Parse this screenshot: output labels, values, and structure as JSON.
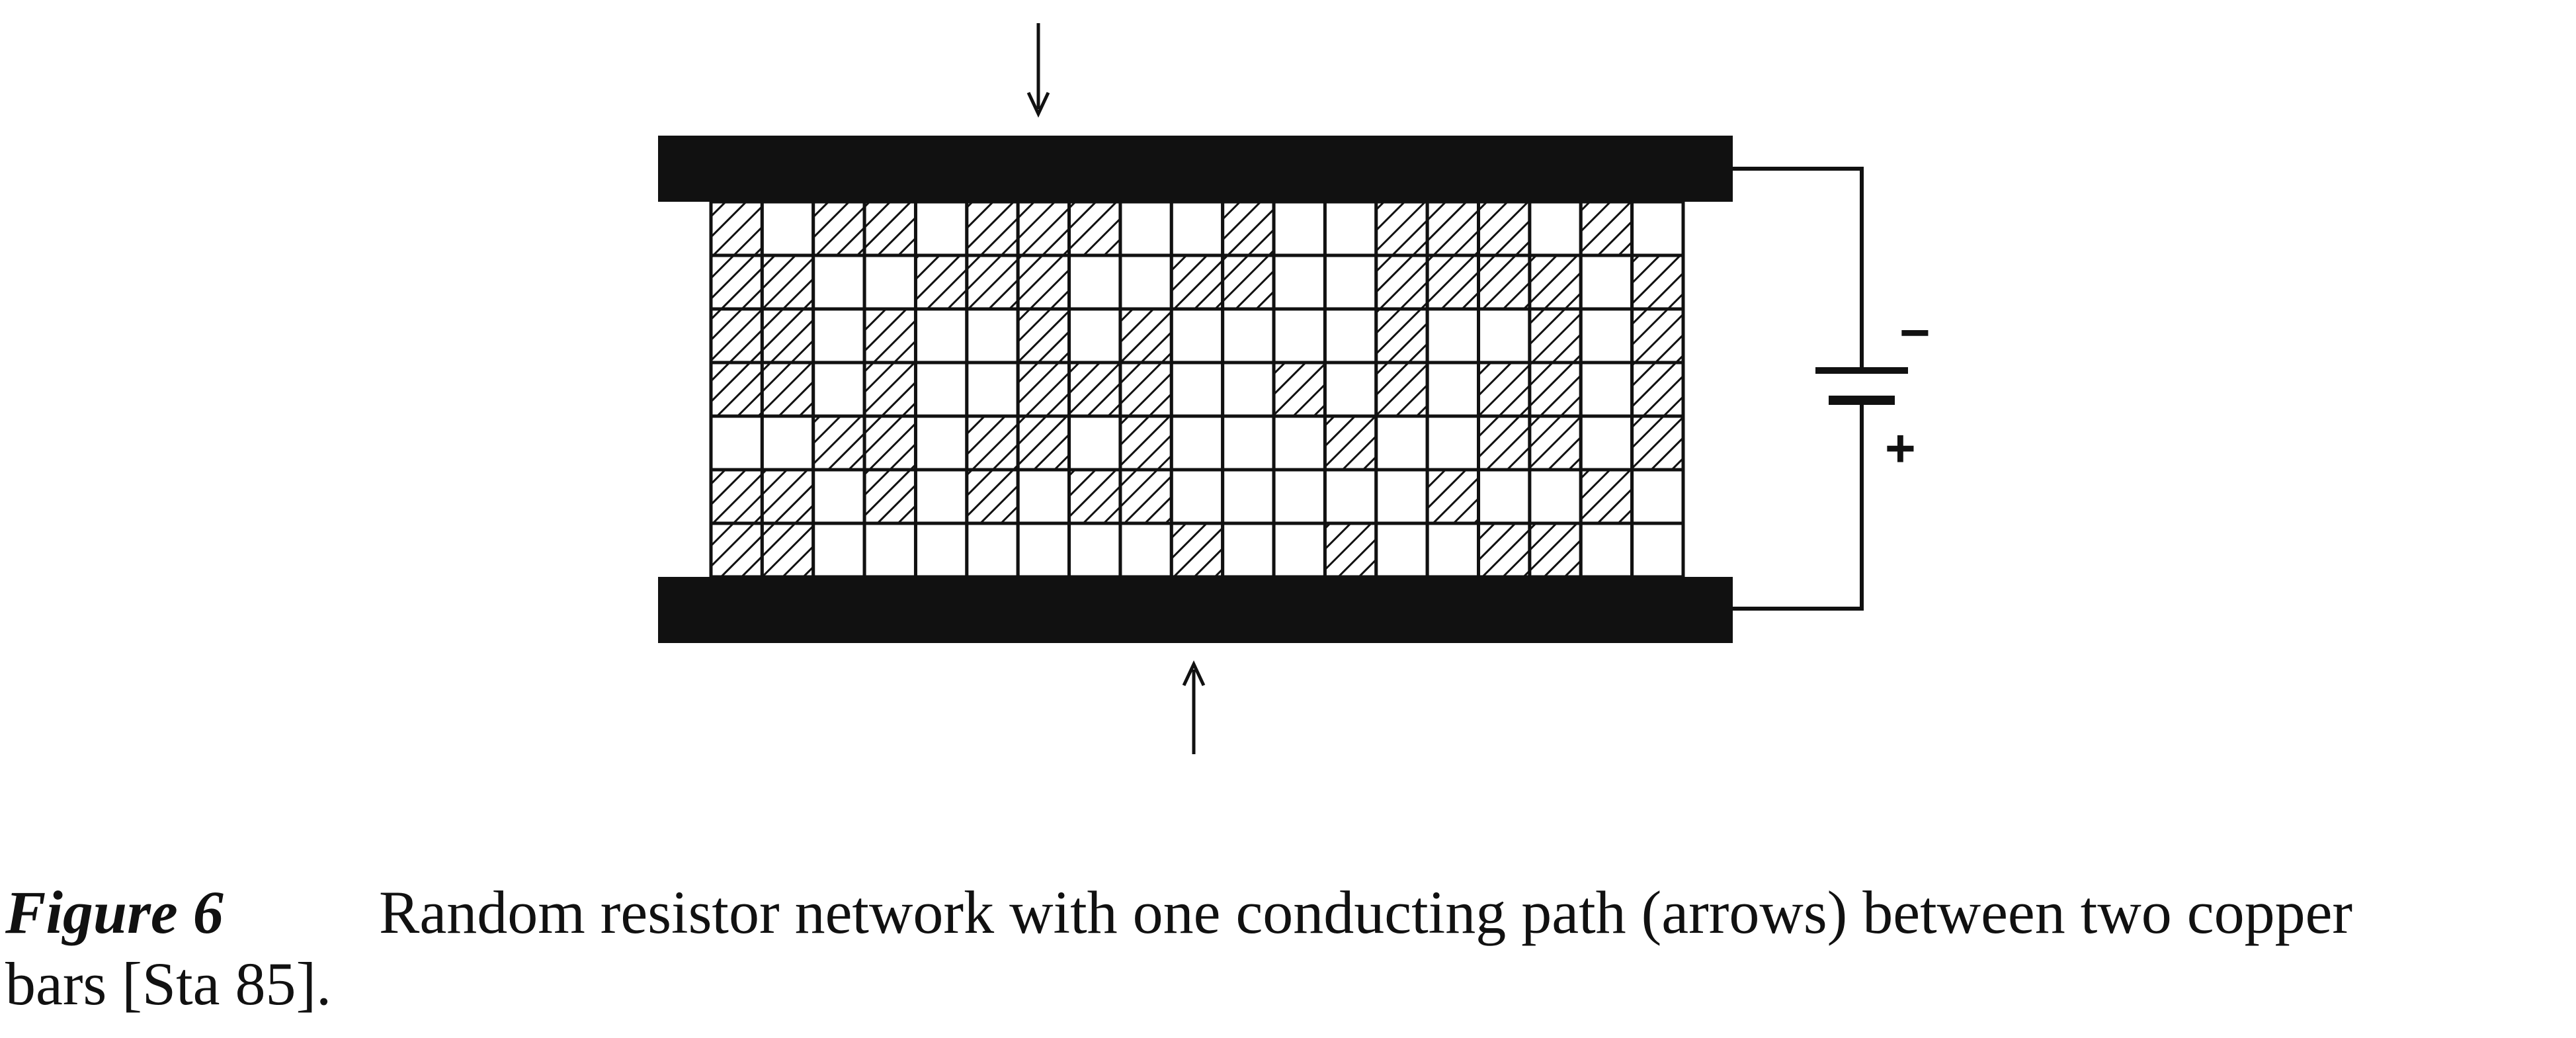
{
  "diagram": {
    "rows": [
      [
        1,
        0,
        1,
        1,
        0,
        1,
        1,
        1,
        0,
        0,
        1,
        0,
        0,
        1,
        1,
        1,
        0,
        1,
        0
      ],
      [
        1,
        1,
        0,
        0,
        1,
        1,
        1,
        0,
        0,
        1,
        1,
        0,
        0,
        1,
        1,
        1,
        1,
        0,
        1
      ],
      [
        1,
        1,
        0,
        1,
        0,
        0,
        1,
        0,
        1,
        0,
        0,
        0,
        0,
        1,
        0,
        0,
        1,
        0,
        1
      ],
      [
        1,
        1,
        0,
        1,
        0,
        0,
        1,
        1,
        1,
        0,
        0,
        1,
        0,
        1,
        0,
        1,
        1,
        0,
        1
      ],
      [
        0,
        0,
        1,
        1,
        0,
        1,
        1,
        0,
        1,
        0,
        0,
        0,
        1,
        0,
        0,
        1,
        1,
        0,
        1
      ],
      [
        1,
        1,
        0,
        1,
        0,
        1,
        0,
        1,
        1,
        0,
        0,
        0,
        0,
        0,
        1,
        0,
        0,
        1,
        0
      ],
      [
        1,
        1,
        0,
        0,
        0,
        0,
        0,
        0,
        0,
        1,
        0,
        0,
        1,
        0,
        0,
        1,
        1,
        0,
        0
      ]
    ],
    "cell_legend": {
      "1": "hatched",
      "0": "blank"
    },
    "battery_minus": "−",
    "battery_plus": "+",
    "arrow_top": "↓",
    "arrow_bottom": "↑"
  },
  "caption": {
    "label": "Figure 6",
    "text_line1": "Random resistor network with one conducting path (arrows) between two copper",
    "text_line2": "bars [Sta 85]."
  },
  "colors": {
    "ink": "#111111",
    "paper": "#ffffff"
  }
}
